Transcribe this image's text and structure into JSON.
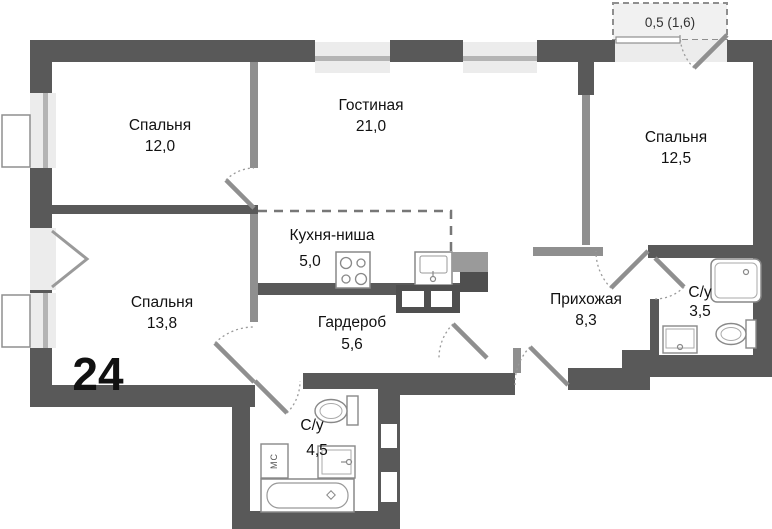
{
  "plan": {
    "apartment_number": "24",
    "balcony": {
      "label": "0,5 (1,6)"
    },
    "rooms": [
      {
        "id": "bedroom-1",
        "name": "Спальня",
        "area": "12,0"
      },
      {
        "id": "living",
        "name": "Гостиная",
        "area": "21,0"
      },
      {
        "id": "bedroom-2",
        "name": "Спальня",
        "area": "12,5"
      },
      {
        "id": "kitchen",
        "name": "Кухня-ниша",
        "area": "5,0"
      },
      {
        "id": "bedroom-3",
        "name": "Спальня",
        "area": "13,8"
      },
      {
        "id": "wardrobe",
        "name": "Гардероб",
        "area": "5,6"
      },
      {
        "id": "hallway",
        "name": "Прихожая",
        "area": "8,3"
      },
      {
        "id": "bath-1",
        "name": "С/у",
        "area": "3,5"
      },
      {
        "id": "bath-2",
        "name": "С/у",
        "area": "4,5"
      }
    ],
    "appliances": {
      "washing_machine": "МС"
    },
    "colors": {
      "wall_dark": "#595959",
      "wall_light": "#8f8f8f",
      "window_fill": "#ececec",
      "window_band": "#b4b4b4",
      "fixture_dark": "#4f4f4f",
      "room_fill": "#ffffff"
    }
  }
}
